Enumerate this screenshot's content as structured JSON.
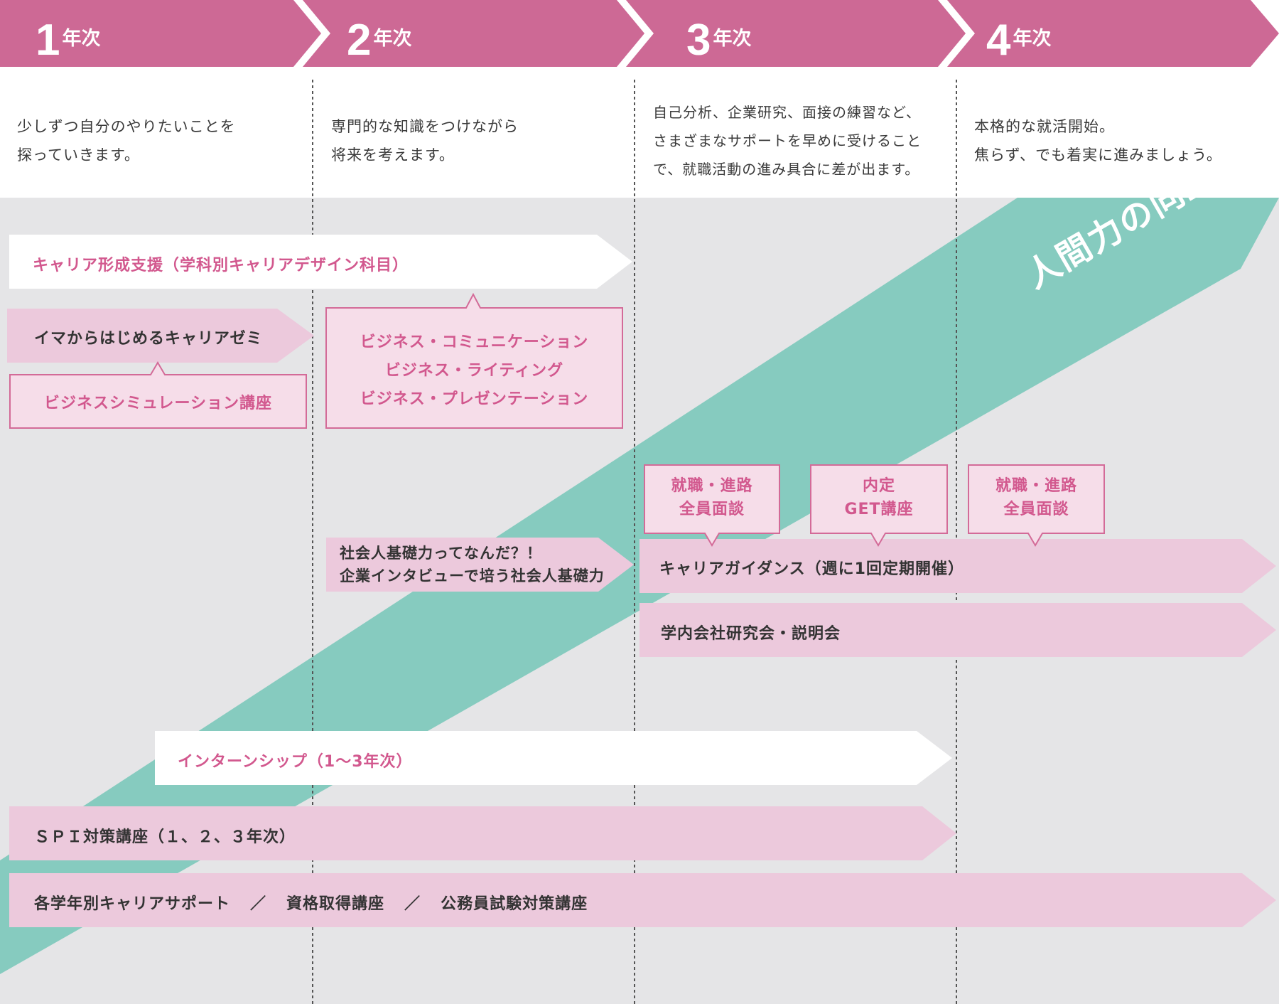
{
  "colors": {
    "header_pink": "#cd6995",
    "pink_text": "#d2588e",
    "pink_fill": "#ecc9dc",
    "box_fill": "#f6dde9",
    "box_border": "#d36b98",
    "teal_band": "#86cbbf",
    "gray_bg": "#e5e5e7"
  },
  "header": {
    "years": [
      {
        "num": "1",
        "suffix": "年次"
      },
      {
        "num": "2",
        "suffix": "年次"
      },
      {
        "num": "3",
        "suffix": "年次"
      },
      {
        "num": "4",
        "suffix": "年次"
      }
    ]
  },
  "descriptions": [
    [
      "少しずつ自分のやりたいことを",
      "探っていきます。"
    ],
    [
      "専門的な知識をつけながら",
      "将来を考えます。"
    ],
    [
      "自己分析、企業研究、面接の練習など、",
      "さまざまなサポートを早めに受けること",
      "で、就職活動の進み具合に差が出ます。"
    ],
    [
      "本格的な就活開始。",
      "焦らず、でも着実に進みましょう。"
    ]
  ],
  "motto": "人間力の向上",
  "programs": {
    "career_support": "キャリア形成支援（学科別キャリアデザイン科目）",
    "ima_seminar": "イマからはじめるキャリアゼミ",
    "business_sim": "ビジネスシミュレーション講座",
    "business_courses": [
      "ビジネス・コミュニケーション",
      "ビジネス・ライティング",
      "ビジネス・プレゼンテーション"
    ],
    "shakaijin": [
      "社会人基礎力ってなんだ？！",
      "企業インタビューで培う社会人基礎力"
    ],
    "interview_3": [
      "就職・進路",
      "全員面談"
    ],
    "naitei": [
      "内定",
      "GET講座"
    ],
    "interview_4": [
      "就職・進路",
      "全員面談"
    ],
    "guidance": "キャリアガイダンス（週に1回定期開催）",
    "company_info": "学内会社研究会・説明会",
    "internship": "インターンシップ（1〜3年次）",
    "spi": "ＳＰＩ対策講座（１、２、３年次）",
    "support_list": [
      "各学年別キャリアサポート",
      "／",
      "資格取得講座",
      "／",
      "公務員試験対策講座"
    ]
  }
}
